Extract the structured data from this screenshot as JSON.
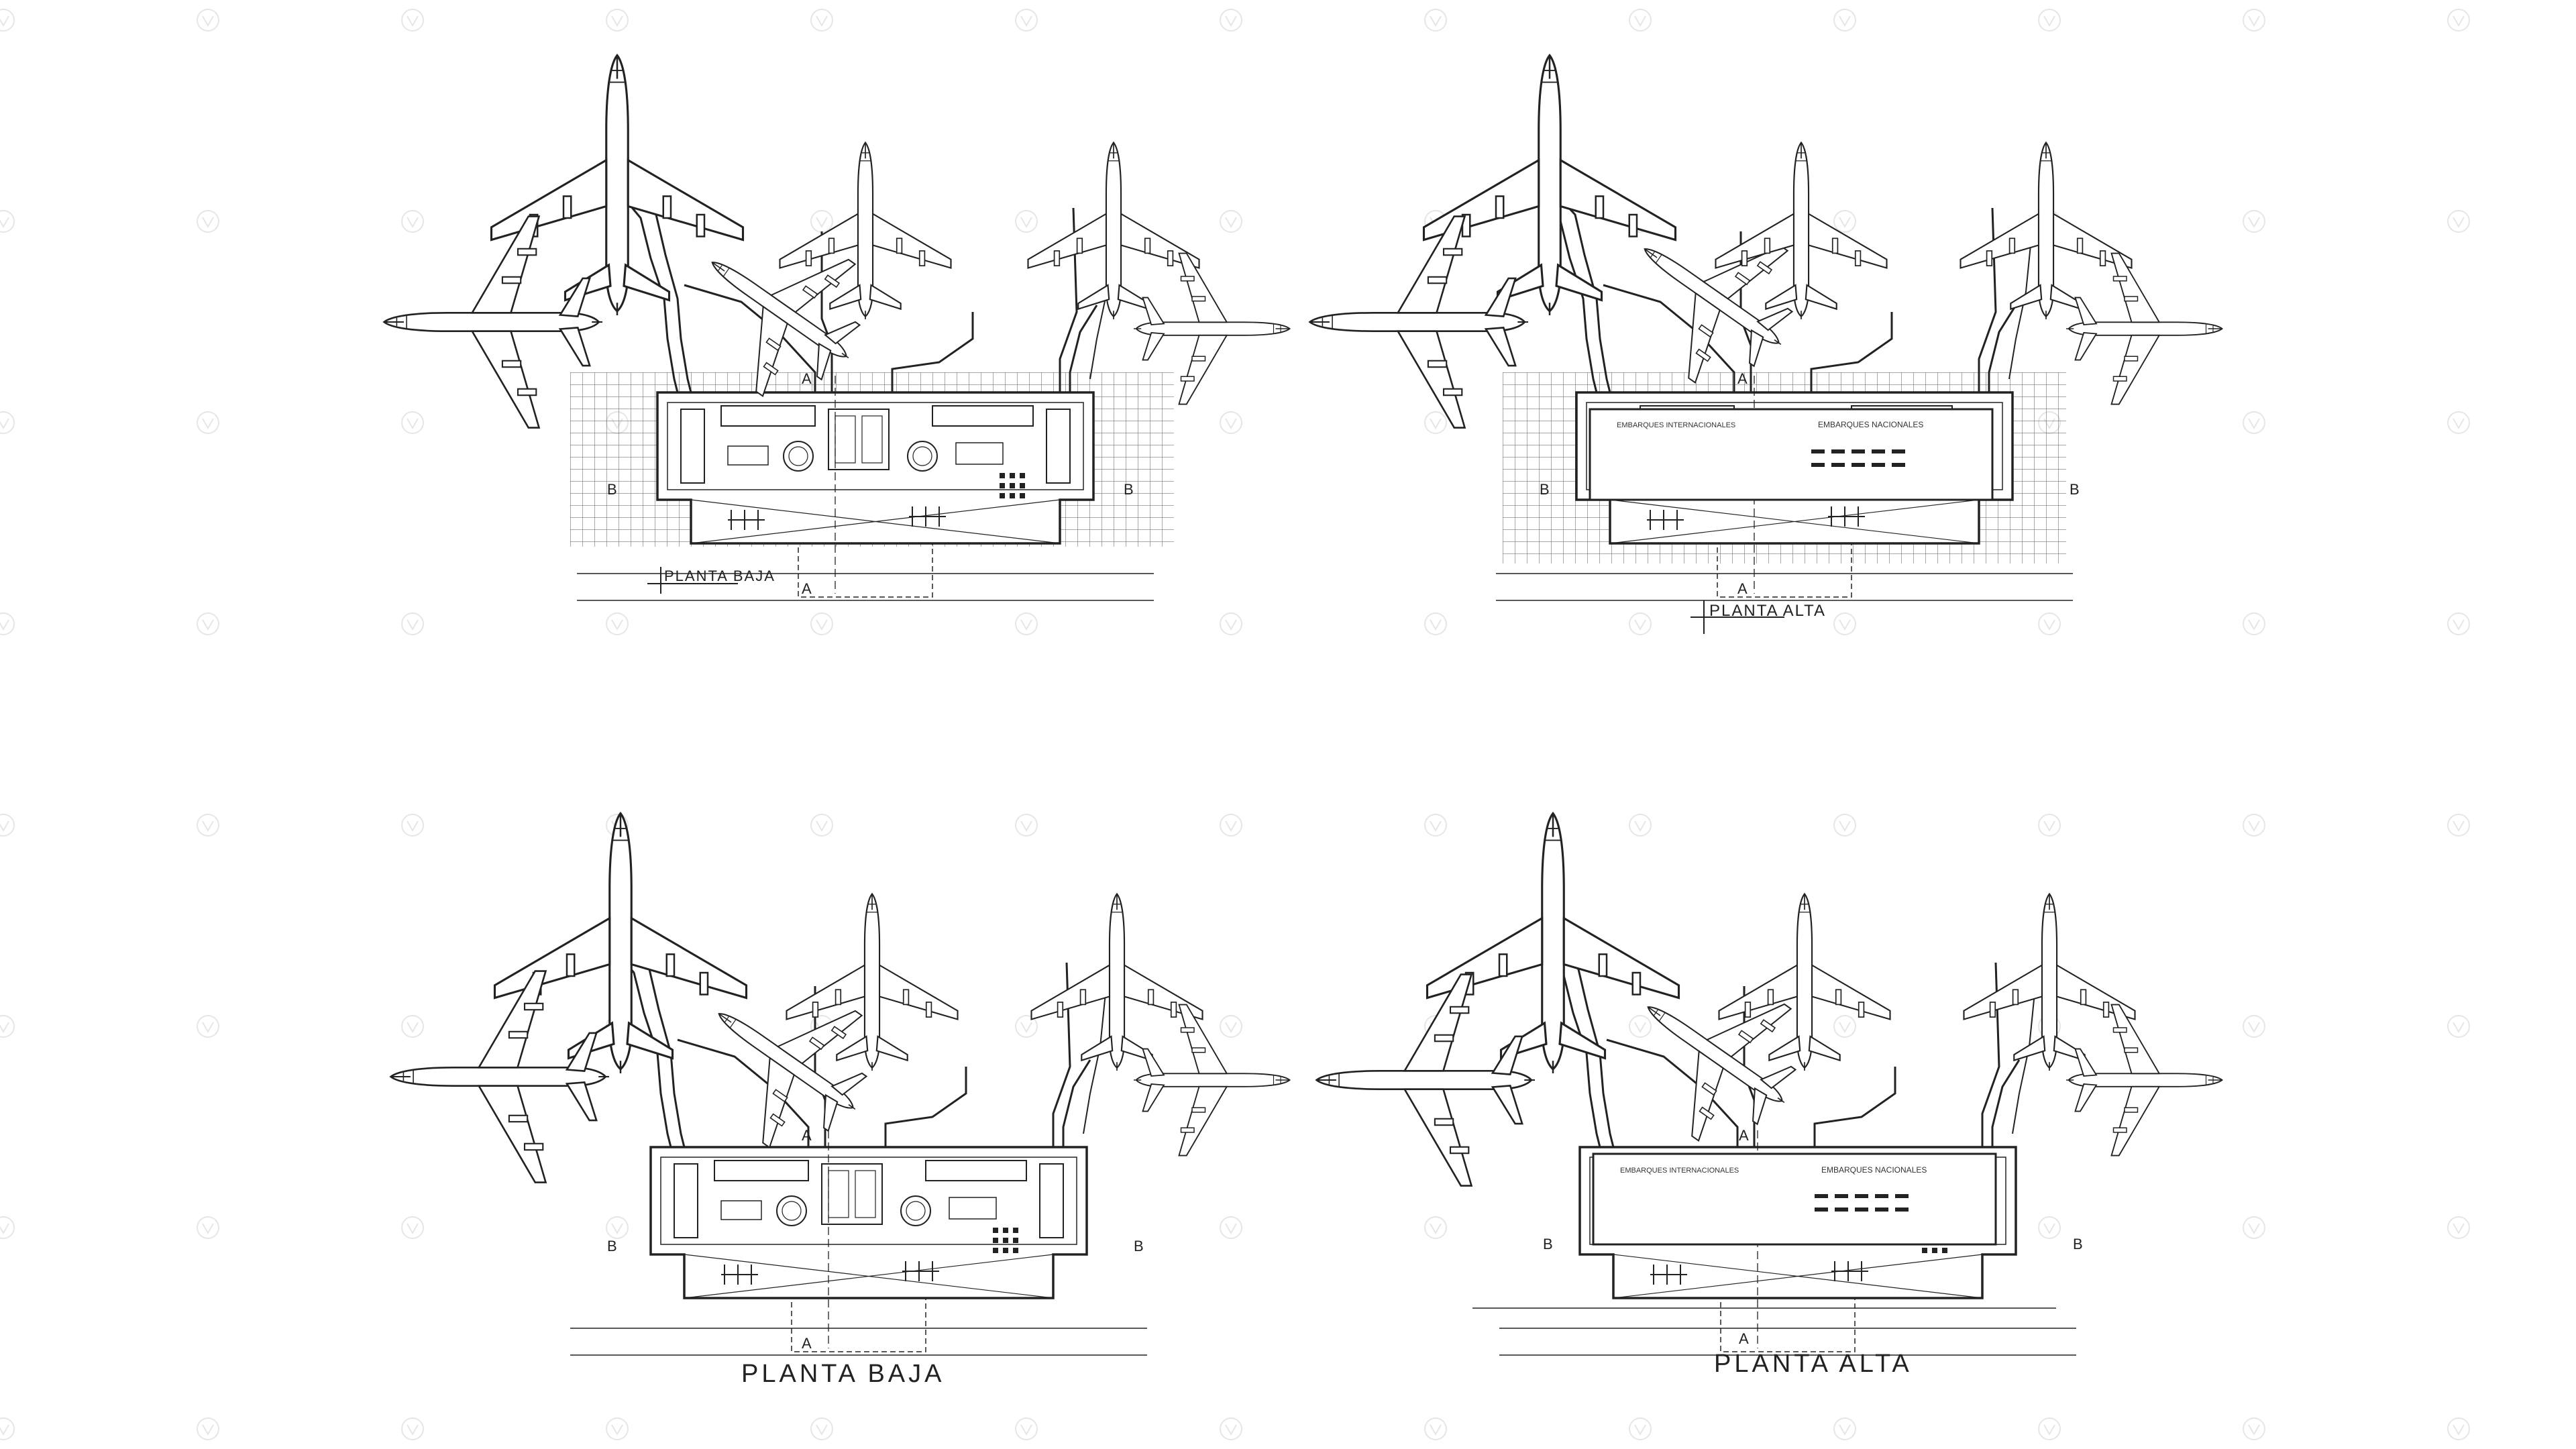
{
  "colors": {
    "line": "#222222",
    "background": "#ffffff",
    "watermark": "#e6e6e6"
  },
  "plans": [
    {
      "title": "PLANTA BAJA",
      "section_a": "A",
      "section_b": "B",
      "rooms": []
    },
    {
      "title": "PLANTA ALTA",
      "section_a": "A",
      "section_b": "B",
      "rooms": [
        "EMBARQUES INTERNACIONALES",
        "EMBARQUES NACIONALES"
      ]
    },
    {
      "title": "PLANTA BAJA",
      "section_a": "A",
      "section_b": "B",
      "rooms": []
    },
    {
      "title": "PLANTA ALTA",
      "section_a": "A",
      "section_b": "B",
      "rooms": [
        "EMBARQUES INTERNACIONALES",
        "EMBARQUES NACIONALES"
      ]
    }
  ],
  "icons": {
    "aircraft": "airplane-icon",
    "watermark": "logo-watermark-icon"
  }
}
